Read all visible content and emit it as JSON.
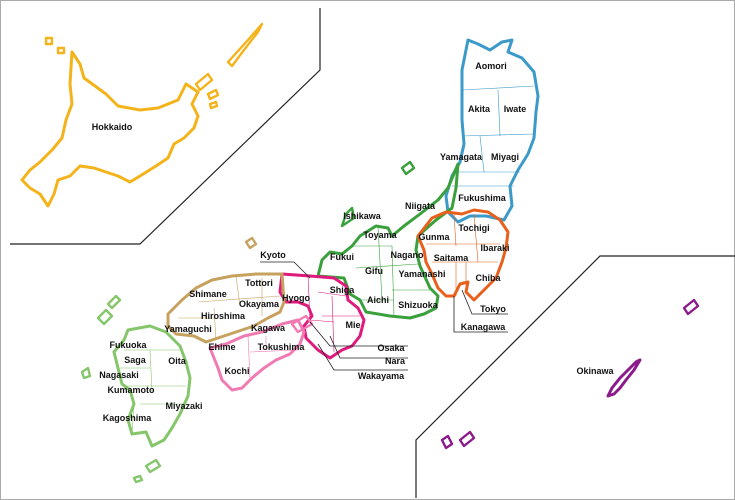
{
  "colors": {
    "hokkaido": "#f4b31a",
    "tohoku": "#3b9ac9",
    "kanto": "#e8601c",
    "chubu": "#3aa03c",
    "kinki": "#e0197d",
    "chugoku": "#c7a15e",
    "shikoku": "#f07ab2",
    "kyushu": "#86c66b",
    "okinawa": "#8b1a8b"
  },
  "labels": {
    "hokkaido": "Hokkaido",
    "aomori": "Aomori",
    "akita": "Akita",
    "iwate": "Iwate",
    "yamagata": "Yamagata",
    "miyagi": "Miyagi",
    "fukushima": "Fukushima",
    "niigata": "Niigata",
    "ishikawa": "Ishikawa",
    "toyama": "Toyama",
    "gunma": "Gunma",
    "tochigi": "Tochigi",
    "ibaraki": "Ibaraki",
    "fukui": "Fukui",
    "nagano": "Nagano",
    "saitama": "Saitama",
    "gifu": "Gifu",
    "yamanashi": "Yamanashi",
    "chiba": "Chiba",
    "aichi": "Aichi",
    "shizuoka": "Shizuoka",
    "tokyo": "Tokyo",
    "kanagawa": "Kanagawa",
    "kyoto": "Kyoto",
    "shiga": "Shiga",
    "hyogo": "Hyogo",
    "mie": "Mie",
    "osaka": "Osaka",
    "nara": "Nara",
    "wakayama": "Wakayama",
    "shimane": "Shimane",
    "tottori": "Tottori",
    "okayama": "Okayama",
    "hiroshima": "Hiroshima",
    "yamaguchi": "Yamaguchi",
    "kagawa": "Kagawa",
    "ehime": "Ehime",
    "tokushima": "Tokushima",
    "kochi": "Kochi",
    "fukuoka": "Fukuoka",
    "saga": "Saga",
    "oita": "Oita",
    "nagasaki": "Nagasaki",
    "kumamoto": "Kumamoto",
    "miyazaki": "Miyazaki",
    "kagoshima": "Kagoshima",
    "okinawa": "Okinawa"
  }
}
